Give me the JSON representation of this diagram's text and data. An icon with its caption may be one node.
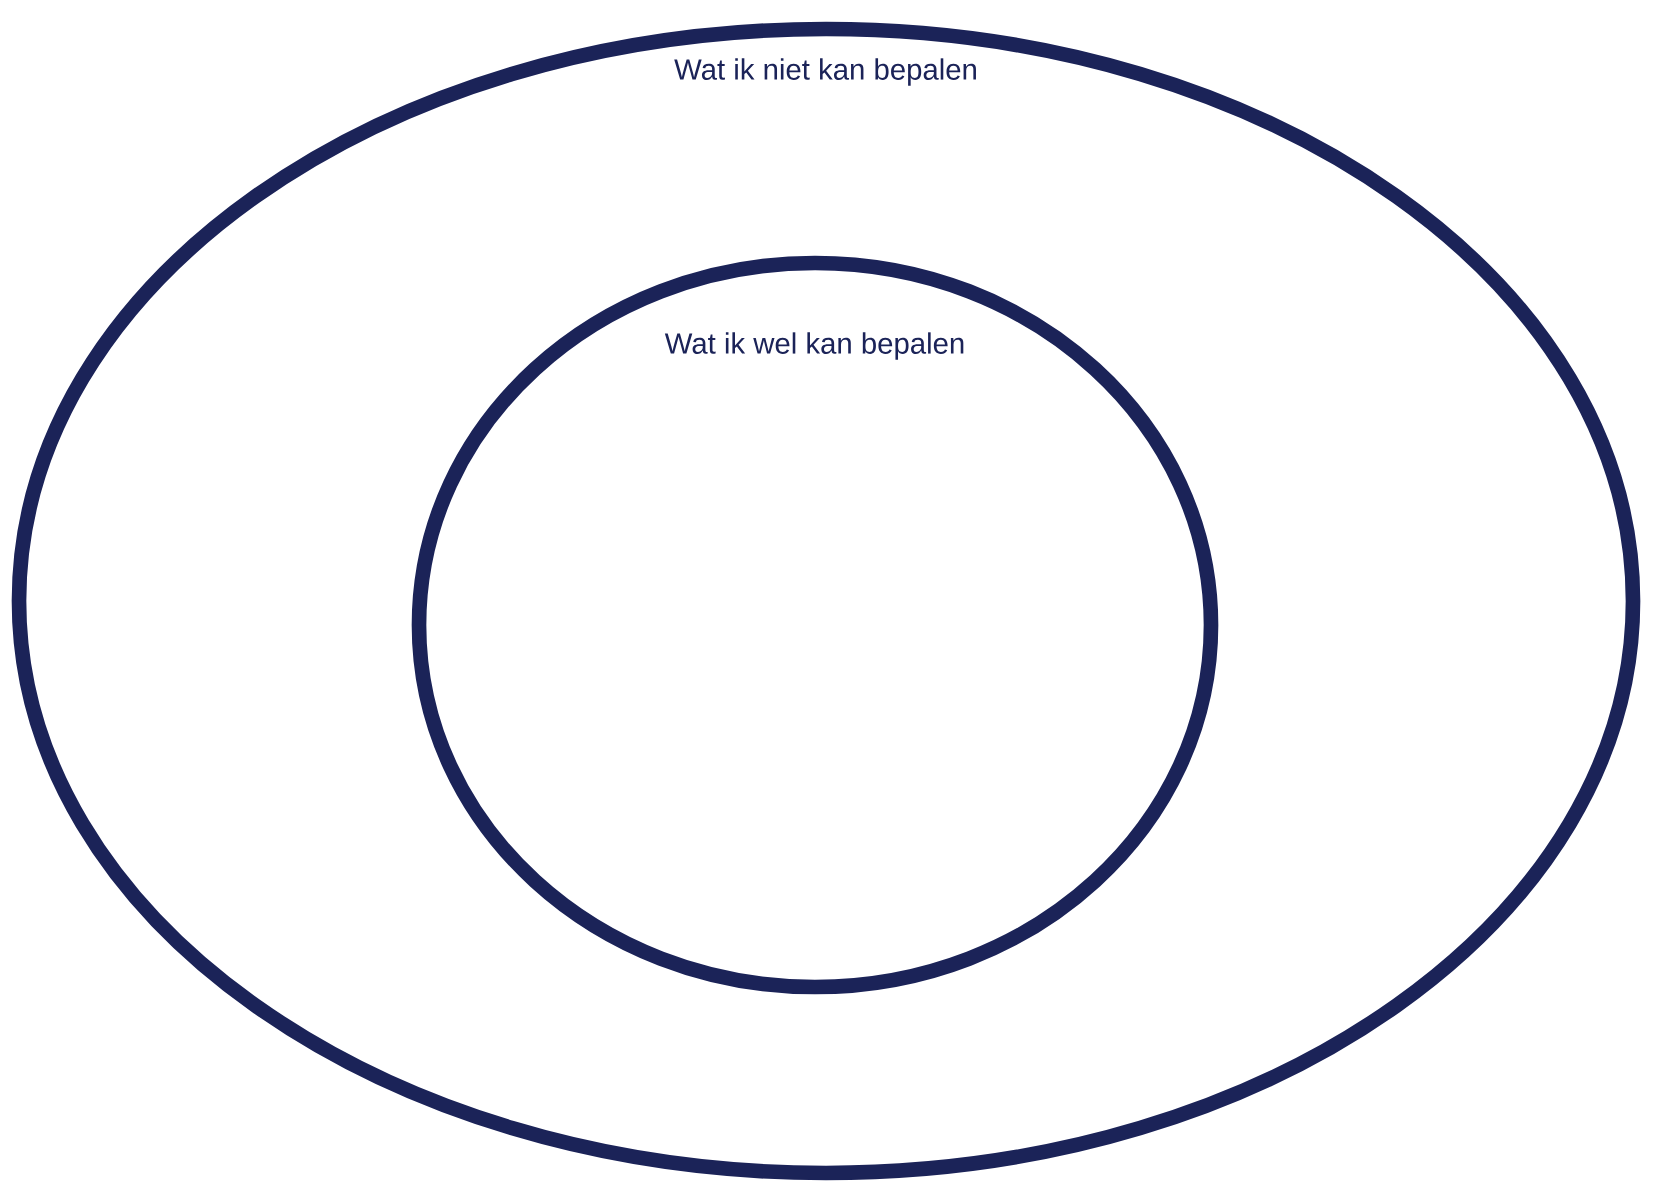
{
  "diagram": {
    "nodes": [
      {
        "text": [
          "Wat ik niet kan bepalen"
        ]
      },
      {
        "text": [
          "Wat ik wel kan bepalen"
        ],
        "in": 0
      }
    ]
  }
}
